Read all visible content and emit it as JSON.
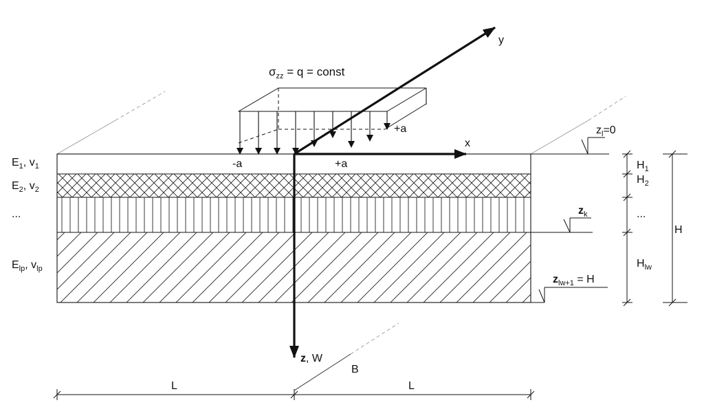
{
  "load": {
    "sigma": "σ",
    "sigma_sub": "zz",
    "equation": " = q = const",
    "minus_a": "-a",
    "plus_a_front": "+a",
    "plus_a_back": "+a"
  },
  "axes": {
    "x": "x",
    "y": "y",
    "z_main": "z",
    "z_suffix": ", W",
    "b": "B"
  },
  "materials": {
    "layer1": {
      "E": "E",
      "E_sub": "1",
      "sep": ", ",
      "v": "v",
      "v_sub": "1"
    },
    "layer2": {
      "E": "E",
      "E_sub": "2",
      "sep": ", ",
      "v": "v",
      "v_sub": "2"
    },
    "ellipsis": "...",
    "last": {
      "E": "E",
      "E_sub": "lp",
      "sep": ", ",
      "v": "v",
      "v_sub": "lp"
    }
  },
  "depth_markers": {
    "z1": {
      "main": "z",
      "sub": "l",
      "rest": "=0"
    },
    "zk": {
      "main": "z",
      "sub": "k"
    },
    "zlast": {
      "main": "z",
      "sub": "lw+1",
      "rest": " = H"
    }
  },
  "thickness": {
    "H1": {
      "main": "H",
      "sub": "1"
    },
    "H2": {
      "main": "H",
      "sub": "2"
    },
    "ellipsis": "...",
    "Hlw": {
      "main": "H",
      "sub": "lw"
    },
    "H_total": "H"
  },
  "dimensions": {
    "L_left": "L",
    "L_right": "L"
  }
}
